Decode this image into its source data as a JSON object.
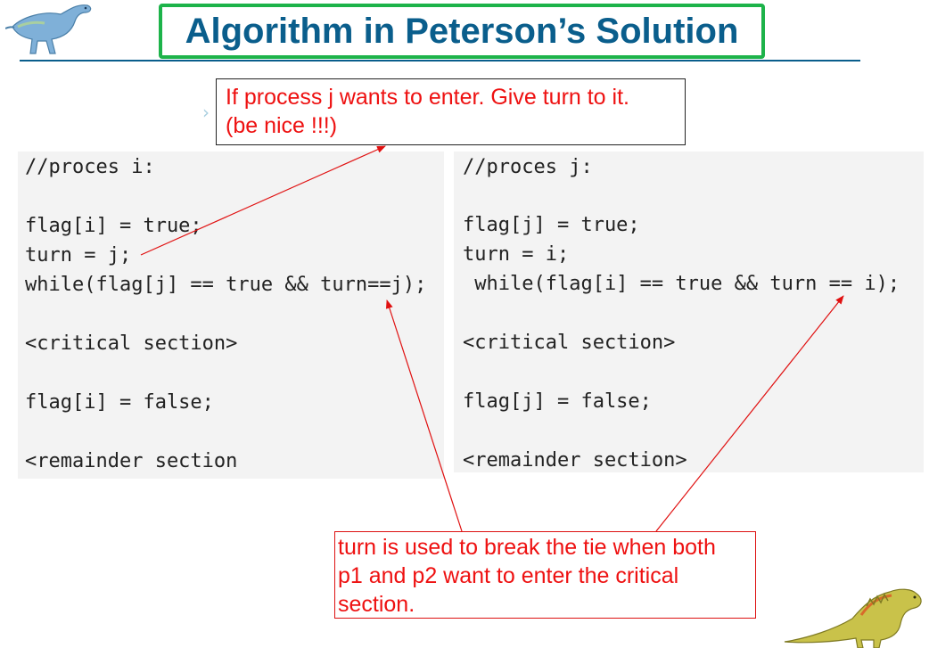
{
  "title": "Algorithm in Peterson’s Solution",
  "bullet_char": "›",
  "left_code": [
    "//proces i:",
    "",
    "flag[i] = true;",
    "turn = j;",
    "while(flag[j] == true && turn==j);",
    "",
    "<critical section>",
    "",
    "flag[i] = false;",
    "",
    "<remainder section"
  ],
  "right_code": [
    "//proces j:",
    "",
    "flag[j] = true;",
    "turn = i;",
    " while(flag[i] == true && turn == i);",
    "",
    "<critical section>",
    "",
    "flag[j] = false;",
    "",
    "<remainder section>"
  ],
  "callout_top": {
    "line1": "If process j wants to enter. Give turn to it.",
    "line2": "(be nice !!!)"
  },
  "callout_bottom": {
    "line1": "turn is used to break the tie when both",
    "line2": "p1 and p2 want to enter the critical",
    "line3": "section."
  },
  "colors": {
    "title": "#0a5e8c",
    "title_border": "#1db34a",
    "callout_text": "#ee1111",
    "arrow": "#e01010",
    "code_bg": "#f3f3f3"
  },
  "icons": [
    "dinosaur-illustration-top",
    "dinosaur-illustration-bottom"
  ]
}
